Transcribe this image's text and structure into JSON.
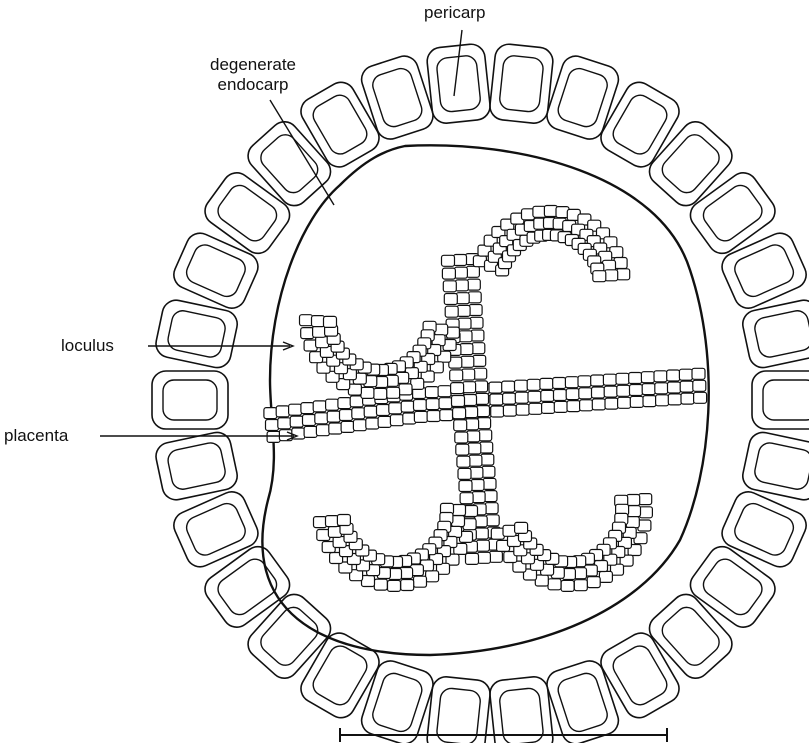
{
  "labels": {
    "pericarp": "pericarp",
    "degenerate_line1": "degenerate",
    "degenerate_line2": "endocarp",
    "loculus": "loculus",
    "placenta": "placenta"
  },
  "style": {
    "ink": "#111111",
    "background": "#ffffff"
  }
}
